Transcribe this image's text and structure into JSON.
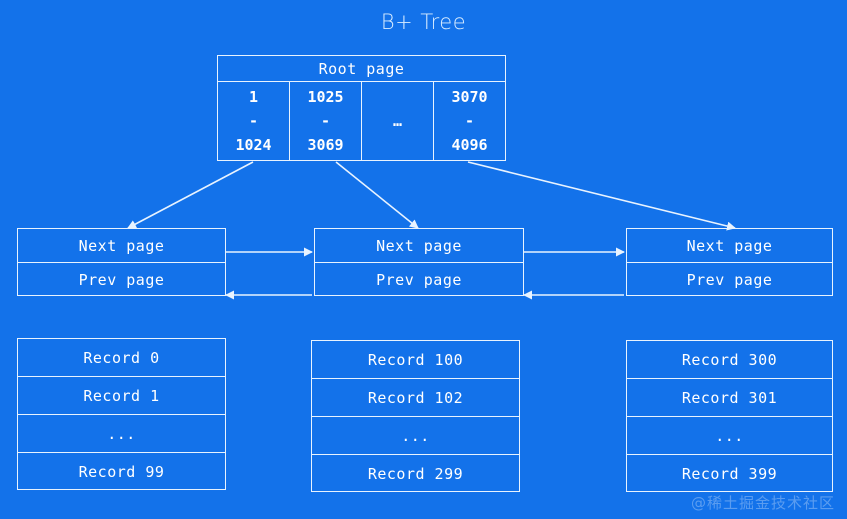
{
  "title": "B+ Tree",
  "colors": {
    "background": "#1372ea",
    "stroke": "#e8f3ff",
    "text": "#ffffff",
    "title_text": "#d8ecff",
    "watermark": "rgba(255,255,255,0.30)"
  },
  "root": {
    "header": "Root page",
    "cells": [
      {
        "lo": "1",
        "dash": "-",
        "hi": "1024"
      },
      {
        "lo": "1025",
        "dash": "-",
        "hi": "3069"
      },
      {
        "lo": "",
        "dash": "…",
        "hi": ""
      },
      {
        "lo": "3070",
        "dash": "-",
        "hi": "4096"
      }
    ]
  },
  "pages": [
    {
      "next": "Next page",
      "prev": "Prev page"
    },
    {
      "next": "Next page",
      "prev": "Prev page"
    },
    {
      "next": "Next page",
      "prev": "Prev page"
    }
  ],
  "records": [
    {
      "rows": [
        "Record 0",
        "Record 1",
        "...",
        "Record 99"
      ]
    },
    {
      "rows": [
        "Record 100",
        "Record 102",
        "...",
        "Record 299"
      ]
    },
    {
      "rows": [
        "Record 300",
        "Record 301",
        "...",
        "Record 399"
      ]
    }
  ],
  "watermark": "@稀土掘金技术社区"
}
